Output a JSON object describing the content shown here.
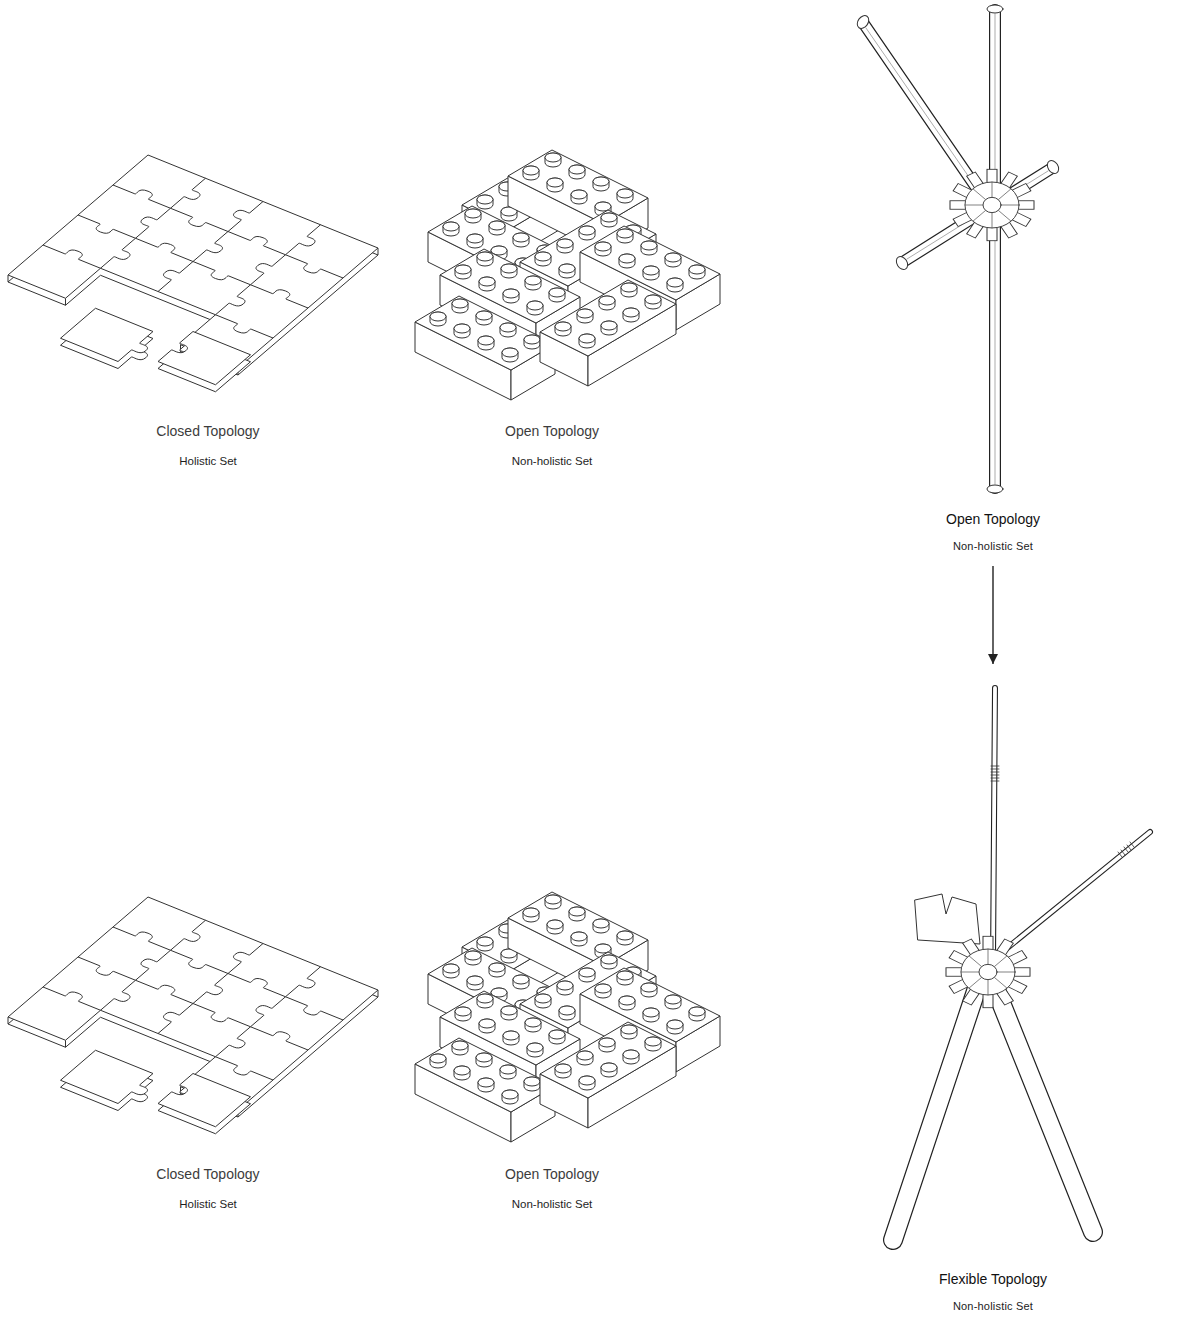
{
  "diagram": {
    "nodes": [
      {
        "text": [
          "Closed Topology",
          "Holistic Set"
        ]
      },
      {
        "text": [
          "Open Topology",
          "Non-holistic Set"
        ]
      },
      {
        "text": [
          "Open Topology",
          "Non-holistic Set"
        ]
      },
      {
        "text": [
          "Closed Topology",
          "Holistic Set"
        ]
      },
      {
        "text": [
          "Open Topology",
          "Non-holistic Set"
        ]
      },
      {
        "text": [
          "Flexible Topology",
          "Non-holistic Set"
        ]
      }
    ],
    "edges": [
      {
        "from": 2,
        "to": 5,
        "arrow": "to"
      }
    ]
  }
}
